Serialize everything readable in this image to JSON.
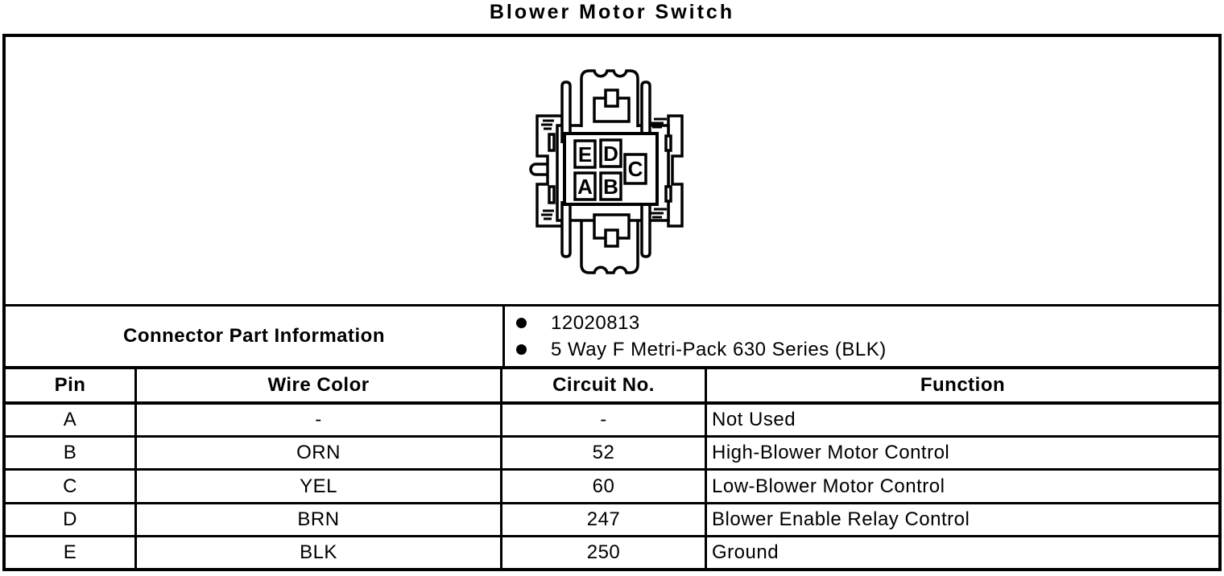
{
  "title": "Blower Motor Switch",
  "colors": {
    "ink": "#000000",
    "paper": "#ffffff"
  },
  "connector": {
    "pins": {
      "e": "E",
      "d": "D",
      "a": "A",
      "b": "B",
      "c": "C"
    },
    "part_info_label": "Connector Part Information",
    "part_numbers": [
      "12020813",
      "5 Way F Metri-Pack 630 Series (BLK)"
    ]
  },
  "pin_table": {
    "headers": {
      "pin": "Pin",
      "wire_color": "Wire Color",
      "circuit_no": "Circuit No.",
      "function": "Function"
    },
    "rows": [
      {
        "pin": "A",
        "wire_color": "-",
        "circuit_no": "-",
        "function": "Not Used"
      },
      {
        "pin": "B",
        "wire_color": "ORN",
        "circuit_no": "52",
        "function": "High-Blower Motor Control"
      },
      {
        "pin": "C",
        "wire_color": "YEL",
        "circuit_no": "60",
        "function": "Low-Blower Motor Control"
      },
      {
        "pin": "D",
        "wire_color": "BRN",
        "circuit_no": "247",
        "function": "Blower Enable Relay Control"
      },
      {
        "pin": "E",
        "wire_color": "BLK",
        "circuit_no": "250",
        "function": "Ground"
      }
    ]
  }
}
